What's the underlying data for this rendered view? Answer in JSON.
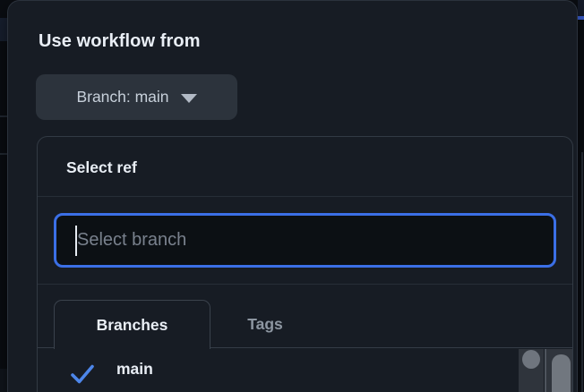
{
  "dialog": {
    "heading": "Use workflow from",
    "branch_selector": {
      "label": "Branch: main"
    },
    "ref_panel": {
      "title": "Select ref",
      "search_placeholder": "Select branch",
      "tabs": [
        {
          "label": "Branches",
          "active": true
        },
        {
          "label": "Tags",
          "active": false
        }
      ],
      "refs": [
        {
          "label": "main",
          "selected": true
        }
      ]
    }
  },
  "colors": {
    "accent_blue": "#3b6fe6",
    "accent_dim": "#3a5ed2",
    "check_blue": "#4d86ea"
  }
}
